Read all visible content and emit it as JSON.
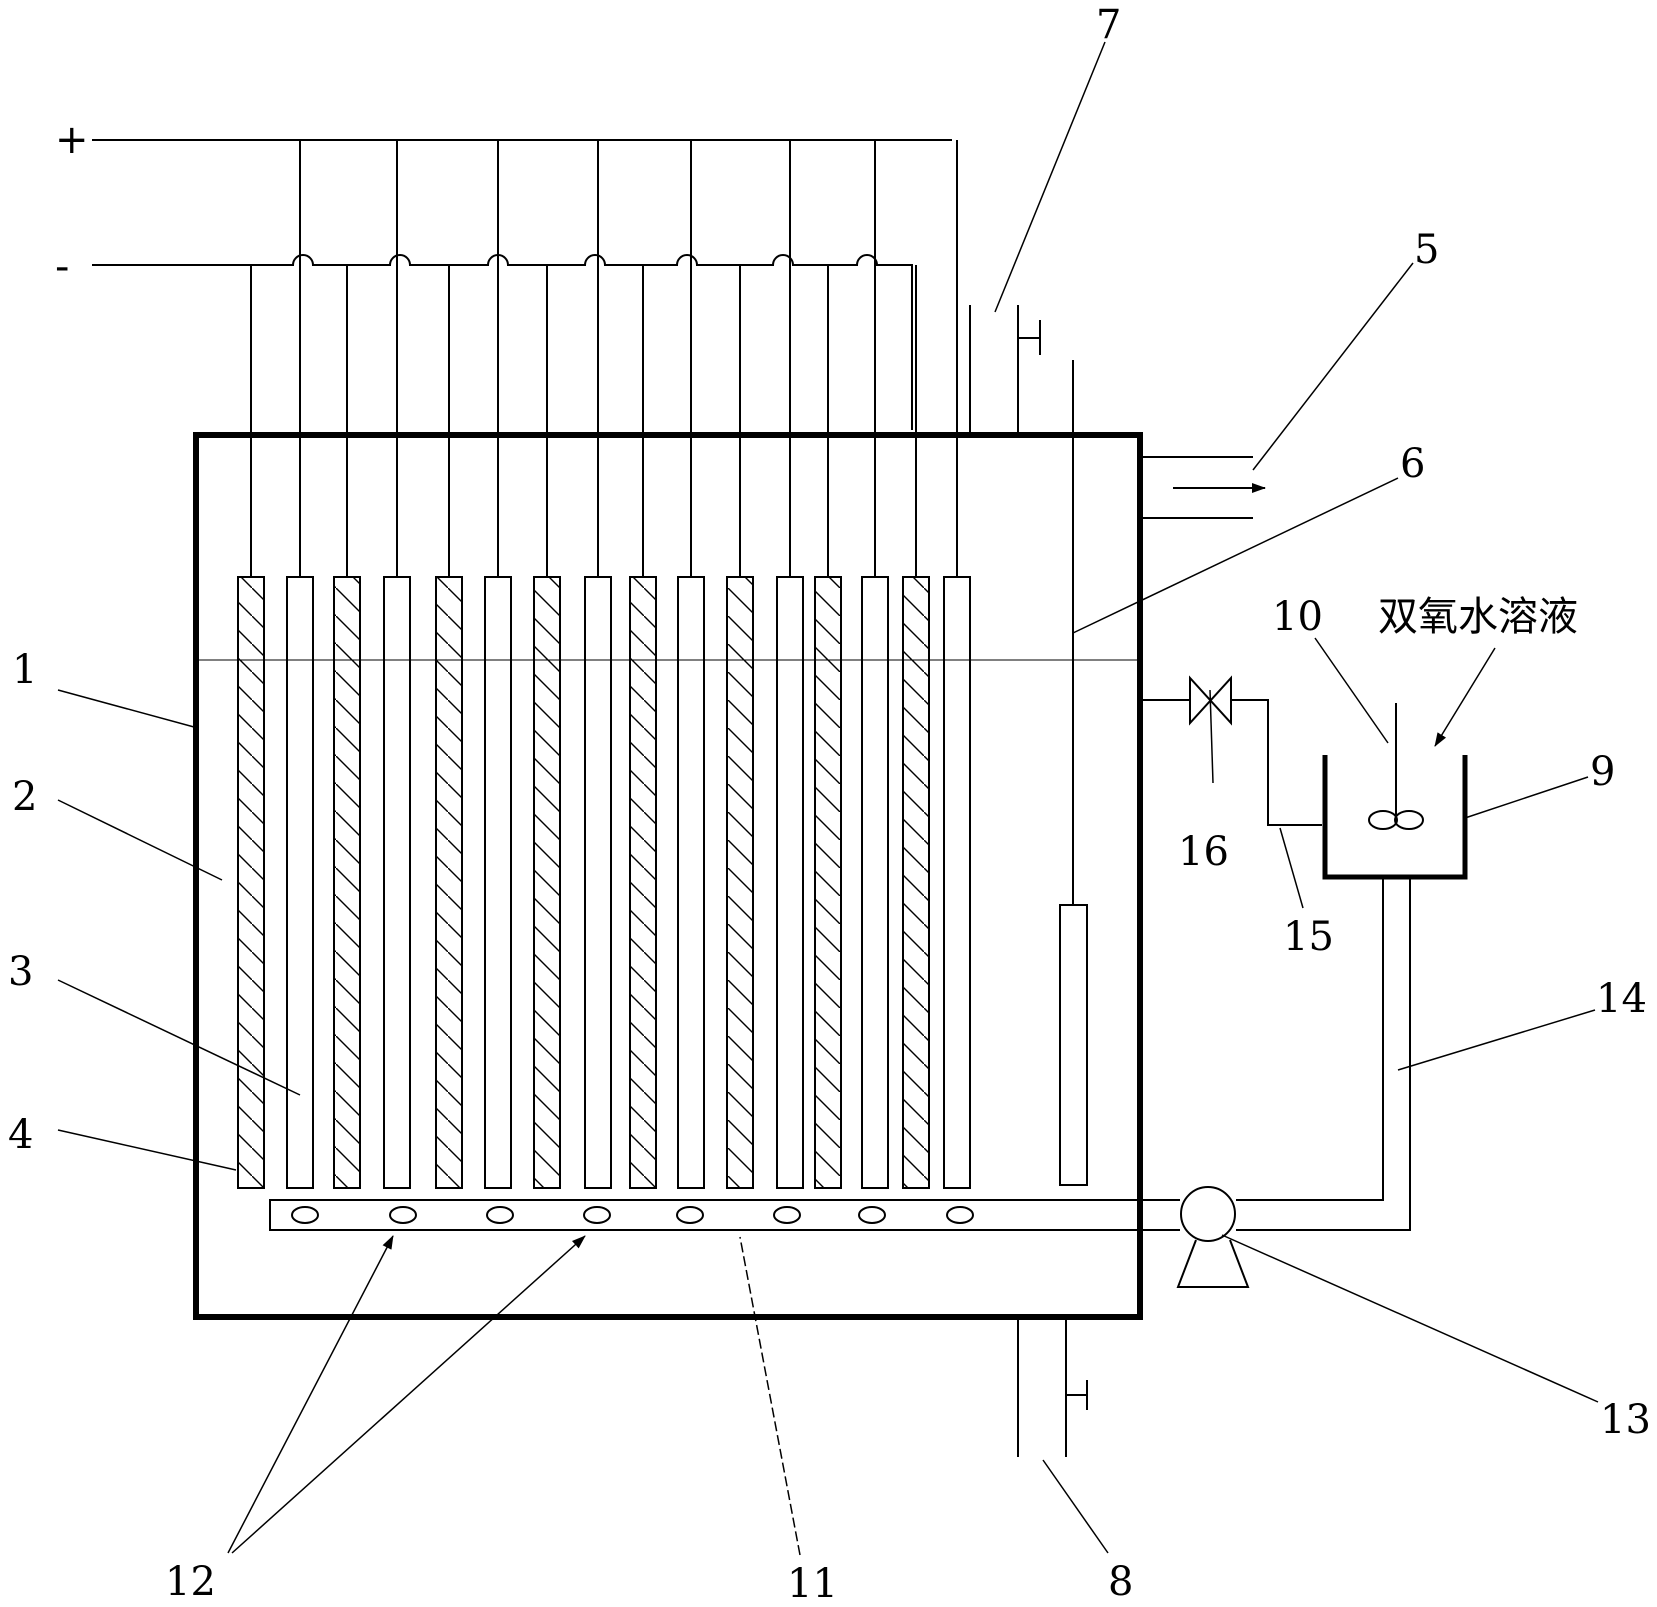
{
  "labels": {
    "l1": "1",
    "l2": "2",
    "l3": "3",
    "l4": "4",
    "l5": "5",
    "l6": "6",
    "l7": "7",
    "l8": "8",
    "l9": "9",
    "l10": "10",
    "l11": "11",
    "l12": "12",
    "l13": "13",
    "l14": "14",
    "l15": "15",
    "l16": "16"
  },
  "terminals": {
    "positive": "+",
    "negative": "-"
  },
  "reagent_label": "双氧水溶液"
}
